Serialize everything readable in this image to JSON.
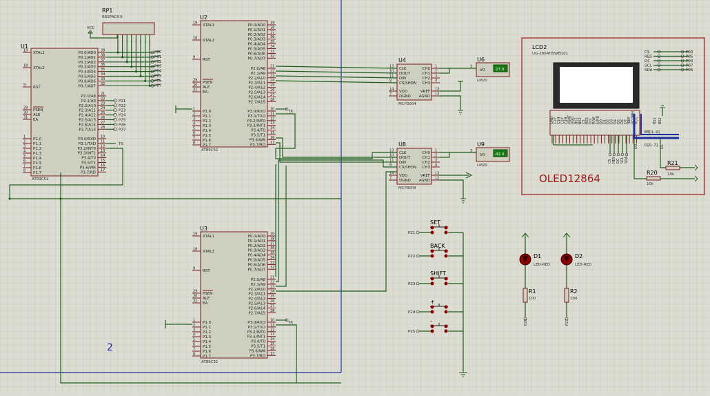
{
  "sheet": {
    "number": "2",
    "colors": {
      "wire": "#1f5d1f",
      "chip_border": "#7a1c1c",
      "chip_fill": "#cfcfbf",
      "grid_bg": "#dcdcd2",
      "bus": "#1b2fa0",
      "led": "#8b0000",
      "lcd_title": "#a01818"
    }
  },
  "u1": {
    "ref": "U1",
    "part": "AT89C51",
    "left_pins": [
      {
        "num": "19",
        "name": "XTAL1"
      },
      {
        "num": "18",
        "name": "XTAL2"
      },
      {
        "num": "9",
        "name": "RST"
      },
      {
        "num": "29",
        "name": "PSEN"
      },
      {
        "num": "30",
        "name": "ALE"
      },
      {
        "num": "31",
        "name": "EA"
      },
      {
        "num": "1",
        "name": "P1.0"
      },
      {
        "num": "2",
        "name": "P1.1"
      },
      {
        "num": "3",
        "name": "P1.2"
      },
      {
        "num": "4",
        "name": "P1.3"
      },
      {
        "num": "5",
        "name": "P1.4"
      },
      {
        "num": "6",
        "name": "P1.5"
      },
      {
        "num": "7",
        "name": "P1.6"
      },
      {
        "num": "8",
        "name": "P1.7"
      }
    ],
    "right_pins": [
      {
        "num": "39",
        "name": "P0.0/AD0"
      },
      {
        "num": "38",
        "name": "P0.1/AD1"
      },
      {
        "num": "37",
        "name": "P0.2/AD2"
      },
      {
        "num": "36",
        "name": "P0.3/AD3"
      },
      {
        "num": "35",
        "name": "P0.4/AD4"
      },
      {
        "num": "34",
        "name": "P0.5/AD5"
      },
      {
        "num": "33",
        "name": "P0.6/AD6"
      },
      {
        "num": "32",
        "name": "P0.7/AD7"
      },
      {
        "num": "21",
        "name": "P2.0/A8"
      },
      {
        "num": "22",
        "name": "P2.1/A9"
      },
      {
        "num": "23",
        "name": "P2.2/A10"
      },
      {
        "num": "24",
        "name": "P2.3/A11"
      },
      {
        "num": "25",
        "name": "P2.4/A12"
      },
      {
        "num": "26",
        "name": "P2.5/A13"
      },
      {
        "num": "27",
        "name": "P2.6/A14"
      },
      {
        "num": "28",
        "name": "P2.7/A15"
      },
      {
        "num": "10",
        "name": "P3.0/RXD"
      },
      {
        "num": "11",
        "name": "P3.1/TXD"
      },
      {
        "num": "12",
        "name": "P3.2/INT0"
      },
      {
        "num": "13",
        "name": "P3.3/INT1"
      },
      {
        "num": "14",
        "name": "P3.4/T0"
      },
      {
        "num": "15",
        "name": "P3.5/T1"
      },
      {
        "num": "16",
        "name": "P3.6/WR"
      },
      {
        "num": "17",
        "name": "P3.7/RD"
      }
    ],
    "p0_labels": [
      "P00",
      "P01",
      "P02",
      "P03",
      "P04",
      "P05",
      "P06",
      "P07"
    ],
    "p2_labels": [
      "P21",
      "P22",
      "P23",
      "P24",
      "P25",
      "P26",
      "P27"
    ],
    "tx_label": "TX"
  },
  "u2": {
    "ref": "U2",
    "part": "AT89C51",
    "tx_label": "TX"
  },
  "u3": {
    "ref": "U3",
    "part": "AT89C51",
    "tx_label": "TX"
  },
  "rp1": {
    "ref": "RP1",
    "part": "RESPACK-8",
    "vcc": "VCC"
  },
  "adc": {
    "part": "MCP3004",
    "pins_left": [
      {
        "num": "13",
        "name": "CLK"
      },
      {
        "num": "10",
        "name": "DOUT"
      },
      {
        "num": "11",
        "name": "DIN"
      },
      {
        "num": "8",
        "name": "CS/SHDN"
      },
      {
        "num": "14",
        "name": "VDD"
      },
      {
        "num": "7",
        "name": "DGND"
      }
    ],
    "pins_right": [
      {
        "num": "1",
        "name": "CH0"
      },
      {
        "num": "2",
        "name": "CH1"
      },
      {
        "num": "3",
        "name": "CH2"
      },
      {
        "num": "4",
        "name": "CH3"
      },
      {
        "num": "13",
        "name": "VREF"
      },
      {
        "num": "12",
        "name": "AGND"
      }
    ],
    "u4": {
      "ref": "U4"
    },
    "u8": {
      "ref": "U8"
    }
  },
  "sensors": {
    "u6": {
      "ref": "U6",
      "part": "LM20",
      "pin": "VO",
      "pin_num": "3",
      "reading": "27.0"
    },
    "u9": {
      "ref": "U9",
      "part": "LM20",
      "pin": "VO",
      "pin_num": "3",
      "reading": "-42.0"
    }
  },
  "buttons": [
    {
      "name": "SET",
      "net": "P21"
    },
    {
      "name": "BACK",
      "net": "P22"
    },
    {
      "name": "SHIFT",
      "net": "P23"
    },
    {
      "name": "+",
      "net": "P24"
    },
    {
      "name": "-",
      "net": "P25"
    }
  ],
  "leds": [
    {
      "ref": "D1",
      "part": "LED-RED",
      "res_ref": "R1",
      "res_val": "100",
      "net": "P26"
    },
    {
      "ref": "D2",
      "part": "LED-RED",
      "res_ref": "R2",
      "res_val": "100",
      "net": "P27"
    }
  ],
  "lcd": {
    "ref": "LCD2",
    "part": "UG-2864HSWEG01",
    "title": "OLED12864",
    "signals": [
      "CS",
      "RES",
      "DC",
      "SCL",
      "SDA"
    ],
    "nets": [
      "P03",
      "P05",
      "P04",
      "P07",
      "P06"
    ],
    "bottom_pins": [
      "GND",
      "C1P",
      "C1N",
      "C2P",
      "C2N",
      "VBAT",
      "VDD",
      "BS1",
      "BS2",
      "CS",
      "RES",
      "D/C",
      "R/W",
      "E/RD",
      "D0",
      "D1",
      "D2",
      "D3",
      "D4",
      "D5",
      "D6",
      "D7",
      "IREF",
      "VCOMH",
      "VCC"
    ],
    "bus_labels": [
      "BS[1..2]",
      "D[0..7]",
      "BS1",
      "BS2",
      "D0",
      "D1"
    ],
    "low_labels": [
      "CS",
      "RES",
      "DC",
      "SCL",
      "SDA"
    ],
    "r20": {
      "ref": "R20",
      "val": "10k"
    },
    "r21": {
      "ref": "R21",
      "val": "10k"
    }
  }
}
